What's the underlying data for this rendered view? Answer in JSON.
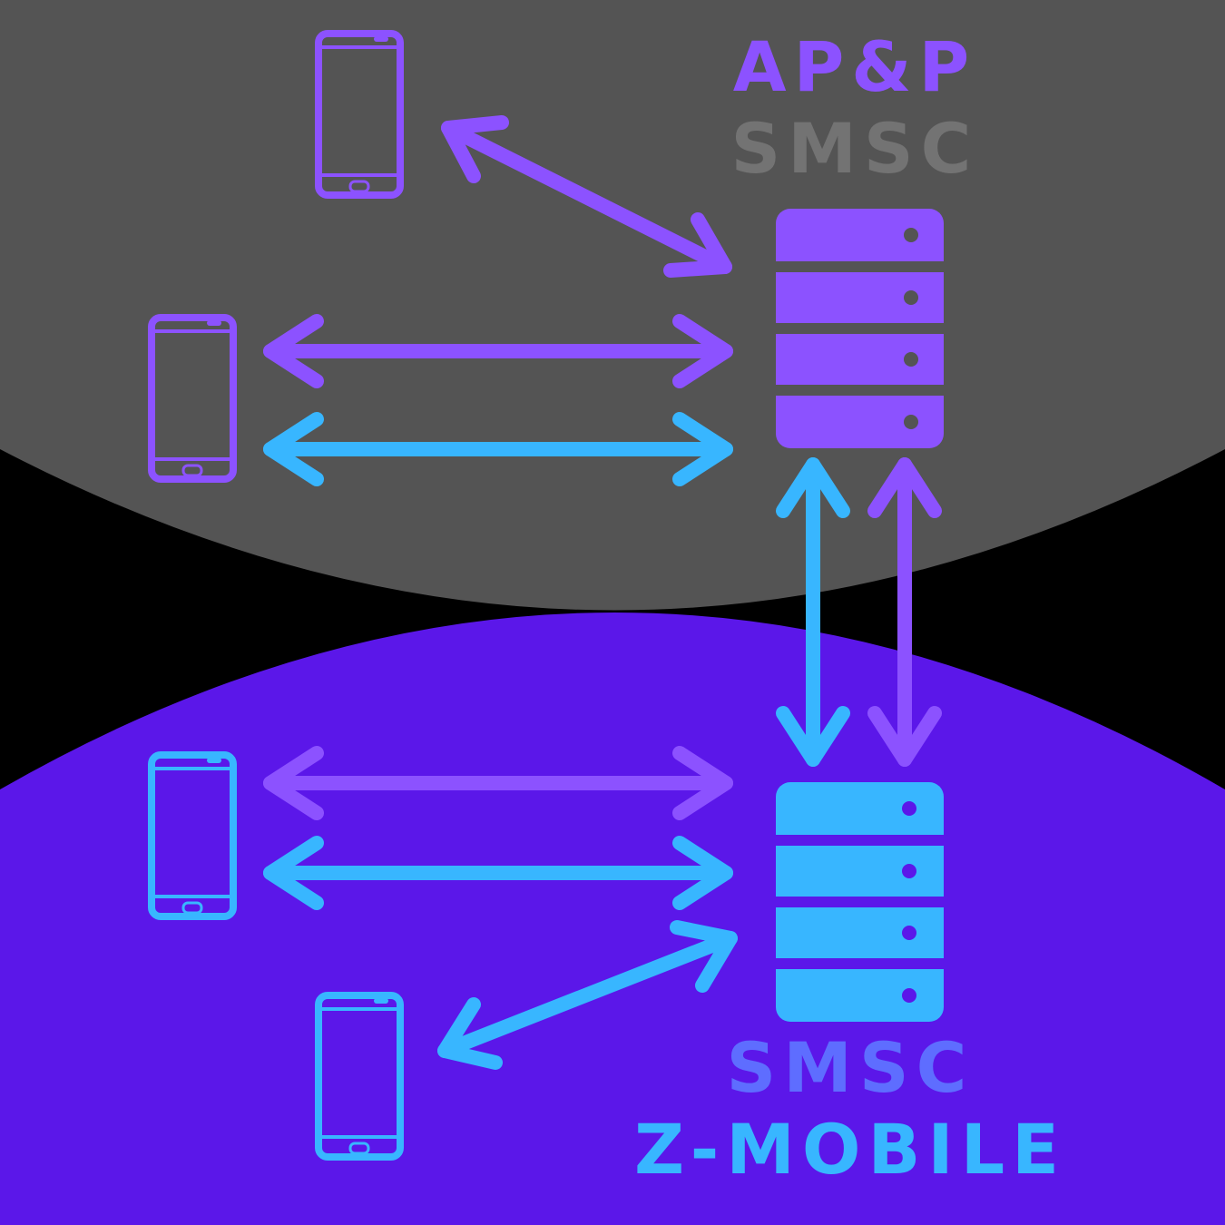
{
  "colors": {
    "background": "#000000",
    "top_region": "#545454",
    "bottom_region": "#5b17e9",
    "purple": "#8c52ff",
    "blue": "#38b6ff",
    "smsc_gray": "#737373",
    "smsc_bottom": "#5e6dff"
  },
  "top_network": {
    "title_line1": "AP&P",
    "title_line2": "SMSC",
    "server_icon": "server-rack-icon",
    "phone_icon": "smartphone-icon"
  },
  "bottom_network": {
    "title_line1": "SMSC",
    "title_line2": "Z-MOBILE",
    "server_icon": "server-rack-icon",
    "phone_icon": "smartphone-icon"
  }
}
